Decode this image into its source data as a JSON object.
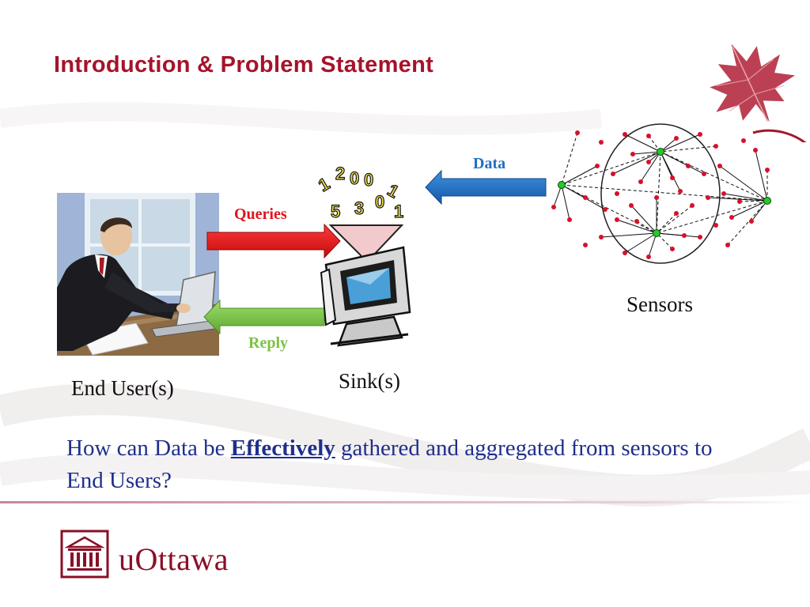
{
  "slide": {
    "title": "Introduction & Problem Statement",
    "labels": {
      "queries": "Queries",
      "reply": "Reply",
      "data": "Data",
      "end_user": "End User(s)",
      "sink": "Sink(s)",
      "sensors": "Sensors"
    },
    "question": {
      "before": "How can Data be ",
      "emphasis": "Effectively",
      "after": " gathered and aggregated from sensors to End Users?"
    },
    "logo_text": "uOttawa"
  },
  "colors": {
    "title": "#a5132a",
    "queries_arrow": "#e0151c",
    "reply_arrow": "#7cc242",
    "data_arrow": "#1f6fc0",
    "question_text": "#1f2f8c",
    "brand": "#8a0f26",
    "sensor_node": "#d8102a",
    "cluster_head": "#22cc22"
  },
  "icons": [
    "maple-leaf-icon",
    "business-man-laptop-icon",
    "sink-computer-funnel-icon",
    "sensor-network-icon",
    "uottawa-building-logo-icon"
  ]
}
